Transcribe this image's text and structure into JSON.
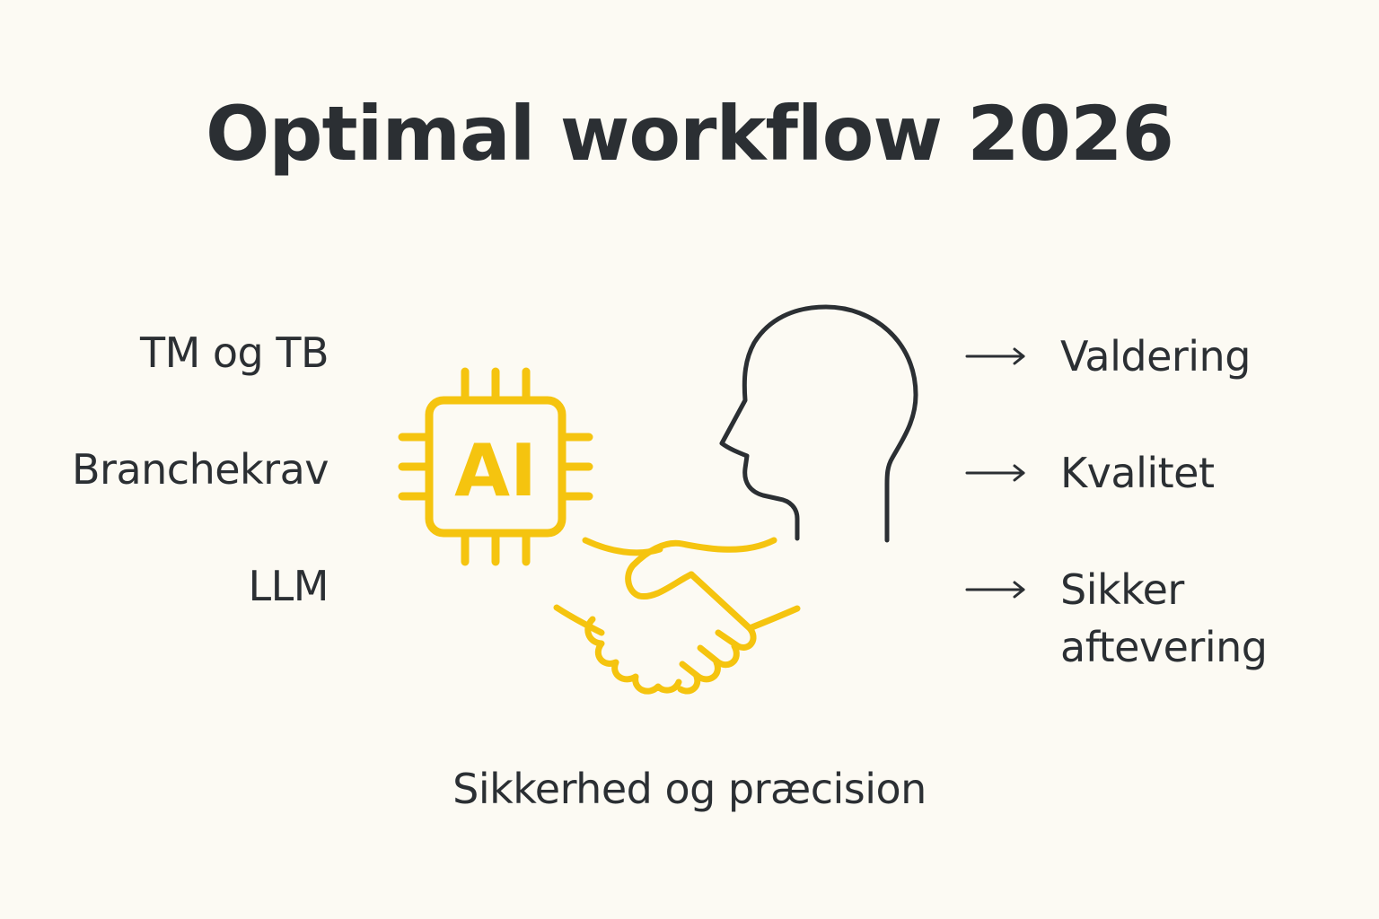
{
  "title": "Optimal workflow 2026",
  "inputs": [
    {
      "label": "TM og TB"
    },
    {
      "label": "Branchekrav"
    },
    {
      "label": "LLM"
    }
  ],
  "ai_chip": {
    "label": "AI",
    "icon": "ai-chip-icon",
    "color": "#f5c40f"
  },
  "icons": {
    "handshake": "handshake-icon",
    "human_head": "human-head-icon"
  },
  "outputs": [
    {
      "label": "Valdering",
      "arrow": "arrow-right-icon"
    },
    {
      "label": "Kvalitet",
      "arrow": "arrow-right-icon"
    },
    {
      "label_line1": "Sikker",
      "label_line2": "aftevering",
      "arrow": "arrow-right-icon"
    }
  ],
  "footer": "Sikkerhed og præcision",
  "colors": {
    "background": "#fcfaf3",
    "text": "#2b2f33",
    "accent": "#f5c40f"
  }
}
